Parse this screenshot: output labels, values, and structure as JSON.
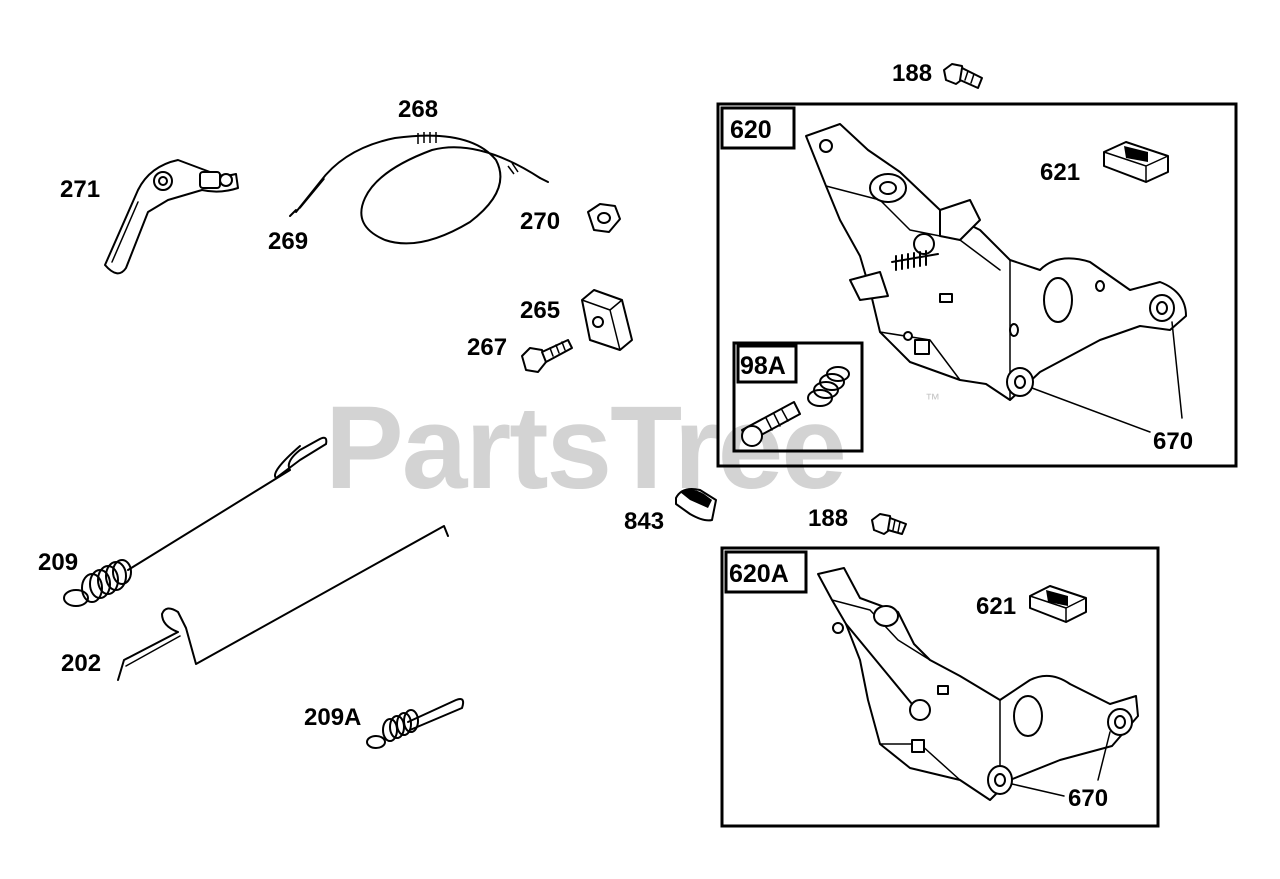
{
  "watermark": {
    "text": "PartsTree",
    "trademark": "™"
  },
  "callouts": {
    "p271": "271",
    "p268": "268",
    "p269": "269",
    "p270": "270",
    "p265": "265",
    "p267": "267",
    "p209": "209",
    "p202": "202",
    "p209a": "209A",
    "p843": "843",
    "p188_top": "188",
    "p188_mid": "188",
    "p621_a": "621",
    "p670_a": "670",
    "p621_b": "621",
    "p670_b": "670"
  },
  "boxes": {
    "b620": "620",
    "b98a": "98A",
    "b620a": "620A"
  }
}
